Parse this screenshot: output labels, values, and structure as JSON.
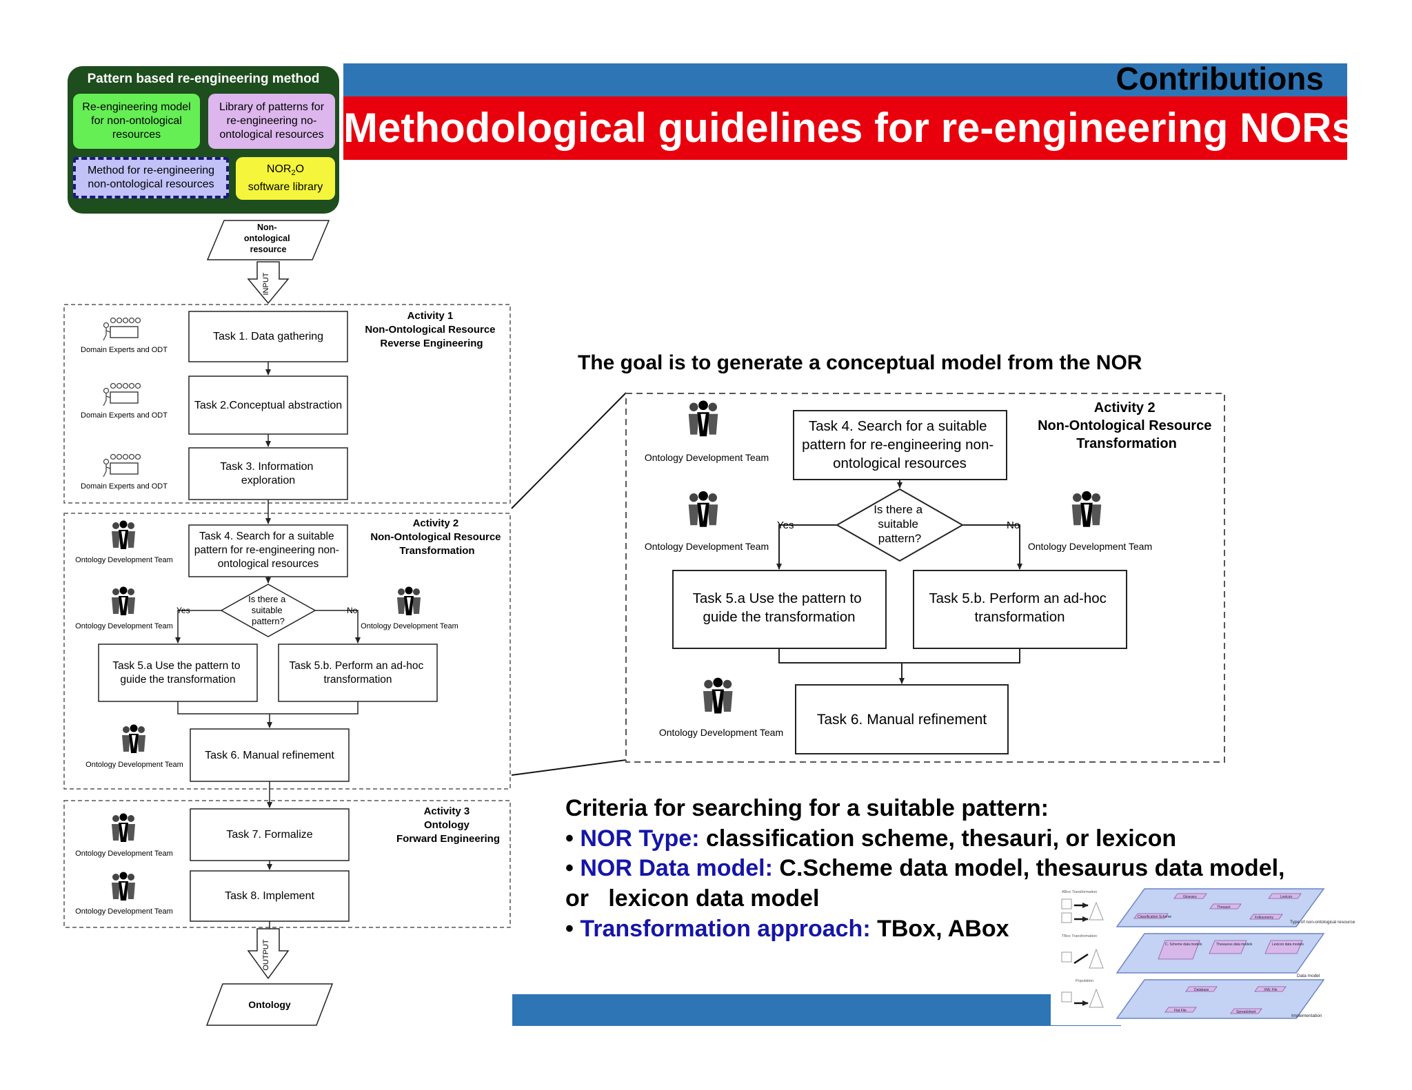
{
  "header": {
    "contributions": "Contributions",
    "title": "Methodological guidelines for re-engineering NORs",
    "colors": {
      "band_blue": "#2e75b6",
      "band_red": "#e8000d"
    }
  },
  "pattern_method": {
    "title": "Pattern based re-engineering method",
    "model_box": "Re-engineering model for non-ontological resources",
    "library_box": "Library of patterns for re-engineering no-ontological resources",
    "method_box": "Method for re-engineering non-ontological resources",
    "nor2o_prefix": "NOR",
    "nor2o_sub": "2",
    "nor2o_suffix": "O",
    "nor2o_line2": "software  library"
  },
  "flow": {
    "input_resource": [
      "Non-",
      "ontological",
      "resource"
    ],
    "input_arrow": "INPUT",
    "activity1": {
      "label": [
        "Activity 1",
        "Non-Ontological Resource",
        "Reverse Engineering"
      ]
    },
    "activity2": {
      "label": [
        "Activity 2",
        "Non-Ontological Resource",
        "Transformation"
      ]
    },
    "activity3": {
      "label": [
        "Activity 3",
        "Ontology",
        "Forward Engineering"
      ]
    },
    "tasks": {
      "t1": [
        "Task 1. Data gathering"
      ],
      "t2": [
        "Task 2.Conceptual abstraction"
      ],
      "t3": [
        "Task 3. Information",
        "exploration"
      ],
      "t4": [
        "Task 4. Search for a suitable",
        "pattern for re-engineering non-",
        "ontological resources"
      ],
      "decision": [
        "Is there a",
        "suitable",
        "pattern?"
      ],
      "t5a": [
        "Task 5.a Use the pattern to",
        "guide the transformation"
      ],
      "t5b": [
        "Task 5.b. Perform an ad-hoc",
        "transformation"
      ],
      "t6": [
        "Task 6. Manual refinement"
      ],
      "t7": [
        "Task 7. Formalize"
      ],
      "t8": [
        "Task 8. Implement"
      ]
    },
    "yes": "Yes",
    "no": "No",
    "role_domain": "Domain Experts and ODT",
    "role_odt": "Ontology Development Team",
    "output_arrow": "OUTPUT",
    "output": "Ontology"
  },
  "goal": "The goal is to generate a conceptual model from the NOR",
  "criteria": {
    "heading": "Criteria for searching  for a suitable pattern:",
    "bullets": [
      {
        "key": "NOR Type:",
        "text": " classification scheme, thesauri, or lexicon"
      },
      {
        "key": "NOR Data model:",
        "text": " C.Scheme data model, thesaurus data model,"
      },
      {
        "key": "Transformation approach:",
        "text": " TBox, ABox"
      }
    ],
    "continuation": "or   lexicon data model"
  },
  "thumbnail": {
    "layers": [
      {
        "items": [
          "Glossary",
          "Thesauri",
          "Lexicon",
          "Classification Scheme",
          "Folksonomy"
        ],
        "side": "Type of non-ontological resource"
      },
      {
        "items": [
          "C. Scheme data models",
          "Thesaurus data models",
          "Lexicon data models"
        ],
        "side": "Data model"
      },
      {
        "items": [
          "Database",
          "XML File",
          "Flat File",
          "Spreadsheet"
        ],
        "side": "Implementation"
      }
    ],
    "mini_labels": [
      "ABox Transformation",
      "TBox Transformation",
      "Population"
    ]
  }
}
